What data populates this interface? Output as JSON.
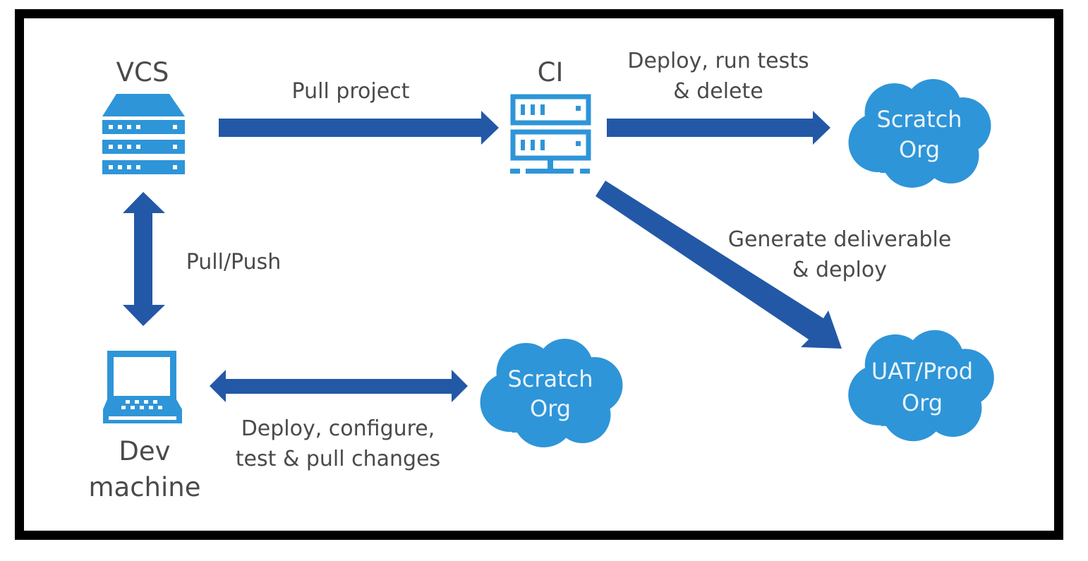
{
  "diagram": {
    "colors": {
      "icon_blue": "#2e95d8",
      "arrow_blue": "#2358a6",
      "label_gray": "#4a4a4a",
      "frame": "#000000",
      "cloud_text": "#eaf4fb"
    },
    "nodes": {
      "vcs": {
        "label": "VCS",
        "icon": "server-rack-icon"
      },
      "ci": {
        "label": "CI",
        "icon": "server-monitor-icon"
      },
      "dev": {
        "label_line1": "Dev",
        "label_line2": "machine",
        "icon": "laptop-icon"
      },
      "scratch_ci": {
        "line1": "Scratch",
        "line2": "Org",
        "icon": "cloud-icon"
      },
      "scratch_dev": {
        "line1": "Scratch",
        "line2": "Org",
        "icon": "cloud-icon"
      },
      "uat_prod": {
        "line1": "UAT/Prod",
        "line2": "Org",
        "icon": "cloud-icon"
      }
    },
    "edges": {
      "vcs_to_ci": {
        "label": "Pull project",
        "direction": "one-way"
      },
      "ci_to_scratch": {
        "line1": "Deploy, run tests",
        "line2": "& delete",
        "direction": "one-way"
      },
      "ci_to_uat": {
        "line1": "Generate deliverable",
        "line2": "& deploy",
        "direction": "one-way"
      },
      "vcs_dev": {
        "label": "Pull/Push",
        "direction": "two-way"
      },
      "dev_scratch": {
        "line1": "Deploy, configure,",
        "line2": "test & pull changes",
        "direction": "two-way"
      }
    }
  }
}
